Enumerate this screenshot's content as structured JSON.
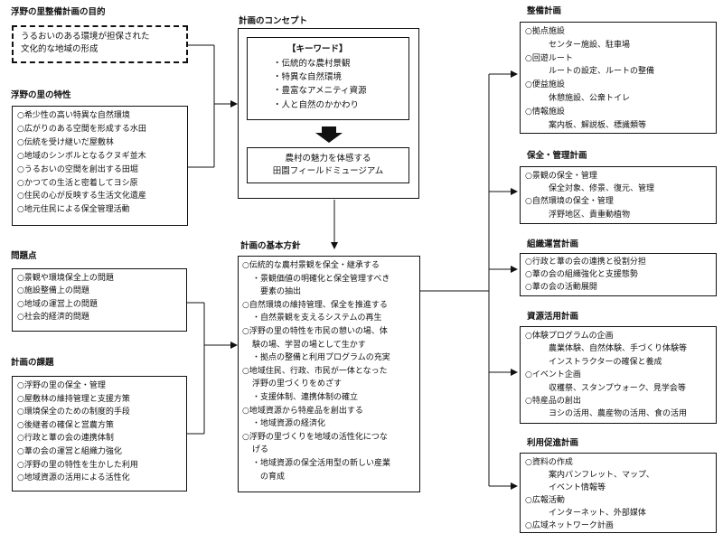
{
  "left": {
    "purpose": {
      "title": "浮野の里整備計画の目的",
      "lines": [
        "うるおいのある環境が担保された",
        "文化的な地域の形成"
      ]
    },
    "features": {
      "title": "浮野の里の特性",
      "items": [
        "○希少性の高い特異な自然環境",
        "○広がりのある空間を形成する水田",
        "○伝統を受け継いだ屋敷林",
        "○地域のシンボルとなるクヌギ並木",
        "○うるおいの空間を創出する田堀",
        "○かつての生活と密着してヨシ原",
        "○住民の心が反映する生活文化遺産",
        "○地元住民による保全管理活動"
      ]
    },
    "issues": {
      "title": "問題点",
      "items": [
        "○景観や環境保全上の問題",
        "○施設整備上の問題",
        "○地域の運営上の問題",
        "○社会的経済的問題"
      ]
    },
    "tasks": {
      "title": "計画の課題",
      "items": [
        "○浮野の里の保全・管理",
        "○屋敷林の維持管理と支援方策",
        "○環境保全のための制度的手段",
        "○後継者の確保と営農方策",
        "○行政と葦の会の連携体制",
        "○葦の会の運営と組織力強化",
        "○浮野の里の特性を生かした利用",
        "○地域資源の活用による活性化"
      ]
    }
  },
  "center": {
    "concept": {
      "title": "計画のコンセプト",
      "keyword_header": "【キーワード】",
      "keywords": [
        "・伝統的な農村景観",
        "・特異な自然環境",
        "・豊富なアメニティ資源",
        "・人と自然のかかわり"
      ],
      "result_lines": [
        "農村の魅力を体感する",
        "田園フィールドミュージアム"
      ]
    },
    "policy": {
      "title": "計画の基本方針",
      "lines": [
        {
          "t": "○伝統的な農村景観を保全・継承する",
          "lvl": 0
        },
        {
          "t": "・景観価値の明確化と保全管理すべき",
          "lvl": 1
        },
        {
          "t": "要素の抽出",
          "lvl": 2
        },
        {
          "t": "○自然環境の維持管理、保全を推進する",
          "lvl": 0
        },
        {
          "t": "・自然景観を支えるシステムの再生",
          "lvl": 1
        },
        {
          "t": "○浮野の里の特性を市民の憩いの場、体",
          "lvl": 0
        },
        {
          "t": "験の場、学習の場として生かす",
          "lvl": 1
        },
        {
          "t": "・拠点の整備と利用プログラムの充実",
          "lvl": 1
        },
        {
          "t": "○地域住民、行政、市民が一体となった",
          "lvl": 0
        },
        {
          "t": "浮野の里づくりをめざす",
          "lvl": 1
        },
        {
          "t": "・支援体制、連携体制の確立",
          "lvl": 1
        },
        {
          "t": "○地域資源から特産品を創出する",
          "lvl": 0
        },
        {
          "t": "・地域資源の経済化",
          "lvl": 1
        },
        {
          "t": "○浮野の里づくりを地域の活性化につな",
          "lvl": 0
        },
        {
          "t": "げる",
          "lvl": 1
        },
        {
          "t": "・地域資源の保全活用型の新しい産業",
          "lvl": 1
        },
        {
          "t": "の育成",
          "lvl": 2
        }
      ]
    }
  },
  "right": {
    "facilities": {
      "title": "整備計画",
      "lines": [
        {
          "t": "○拠点施設",
          "lvl": 0
        },
        {
          "t": "センター施設、駐車場",
          "lvl": 1
        },
        {
          "t": "○回遊ルート",
          "lvl": 0
        },
        {
          "t": "ルートの設定、ルートの整備",
          "lvl": 1
        },
        {
          "t": "○便益施設",
          "lvl": 0
        },
        {
          "t": "休憩施設、公衆トイレ",
          "lvl": 1
        },
        {
          "t": "○情報施設",
          "lvl": 0
        },
        {
          "t": "案内板、解説板、標識類等",
          "lvl": 1
        }
      ]
    },
    "conservation": {
      "title": "保全・管理計画",
      "lines": [
        {
          "t": "○景観の保全・管理",
          "lvl": 0
        },
        {
          "t": "保全対象、修景、復元、管理",
          "lvl": 1
        },
        {
          "t": "○自然環境の保全・管理",
          "lvl": 0
        },
        {
          "t": "浮野地区、貴重動植物",
          "lvl": 1
        }
      ]
    },
    "organization": {
      "title": "組織運営計画",
      "lines": [
        {
          "t": "○行政と葦の会の連携と役割分担",
          "lvl": 0
        },
        {
          "t": "○葦の会の組織強化と支援態勢",
          "lvl": 0
        },
        {
          "t": "○葦の会の活動展開",
          "lvl": 0
        }
      ]
    },
    "resources": {
      "title": "資源活用計画",
      "lines": [
        {
          "t": "○体験プログラムの企画",
          "lvl": 0
        },
        {
          "t": "農業体験、自然体験、手づくり体験等",
          "lvl": 1
        },
        {
          "t": "インストラクターの確保と養成",
          "lvl": 1
        },
        {
          "t": "○イベント企画",
          "lvl": 0
        },
        {
          "t": "収穫祭、スタンプウォーク、見学会等",
          "lvl": 1
        },
        {
          "t": "○特産品の創出",
          "lvl": 0
        },
        {
          "t": "ヨシの活用、農産物の活用、食の活用",
          "lvl": 1
        }
      ]
    },
    "promotion": {
      "title": "利用促進計画",
      "lines": [
        {
          "t": "○資料の作成",
          "lvl": 0
        },
        {
          "t": "案内パンフレット、マップ、",
          "lvl": 1
        },
        {
          "t": "イベント情報等",
          "lvl": 1
        },
        {
          "t": "○広報活動",
          "lvl": 0
        },
        {
          "t": "インターネット、外部媒体",
          "lvl": 1
        },
        {
          "t": "○広域ネットワーク計画",
          "lvl": 0
        }
      ]
    }
  }
}
